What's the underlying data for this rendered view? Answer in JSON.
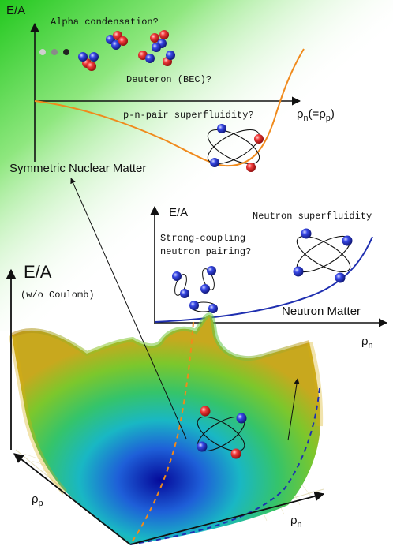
{
  "top_panel": {
    "y_label": "E/A",
    "alpha_label": "Alpha condensation?",
    "deuteron_label": "Deuteron (BEC)?",
    "pn_pair_label": "p-n-pair superfluidity?",
    "x_label_base": "ρ",
    "x_label_sub": "n",
    "x_label_rest_open": "(=ρ",
    "x_label_rest_sub": "p",
    "x_label_rest_close": ")",
    "title": "Symmetric Nuclear Matter"
  },
  "mid_panel": {
    "y_label": "E/A",
    "neutron_superfluidity_label": "Neutron superfluidity",
    "strong_coupling_line1": "Strong-coupling",
    "strong_coupling_line2": "neutron pairing?",
    "title": "Neutron Matter",
    "x_label_base": "ρ",
    "x_label_sub": "n"
  },
  "surface_panel": {
    "z_label": "E/A",
    "z_sublabel": "(w/o Coulomb)",
    "x_label_base": "ρ",
    "x_label_sub": "p",
    "y_label_base": "ρ",
    "y_label_sub": "n"
  },
  "colors": {
    "proton": "#e02626",
    "neutron": "#2a3fd6",
    "symmetric_curve": "#f08a1c",
    "neutron_curve": "#1f2fb0",
    "background_green": "#3fd23a"
  }
}
